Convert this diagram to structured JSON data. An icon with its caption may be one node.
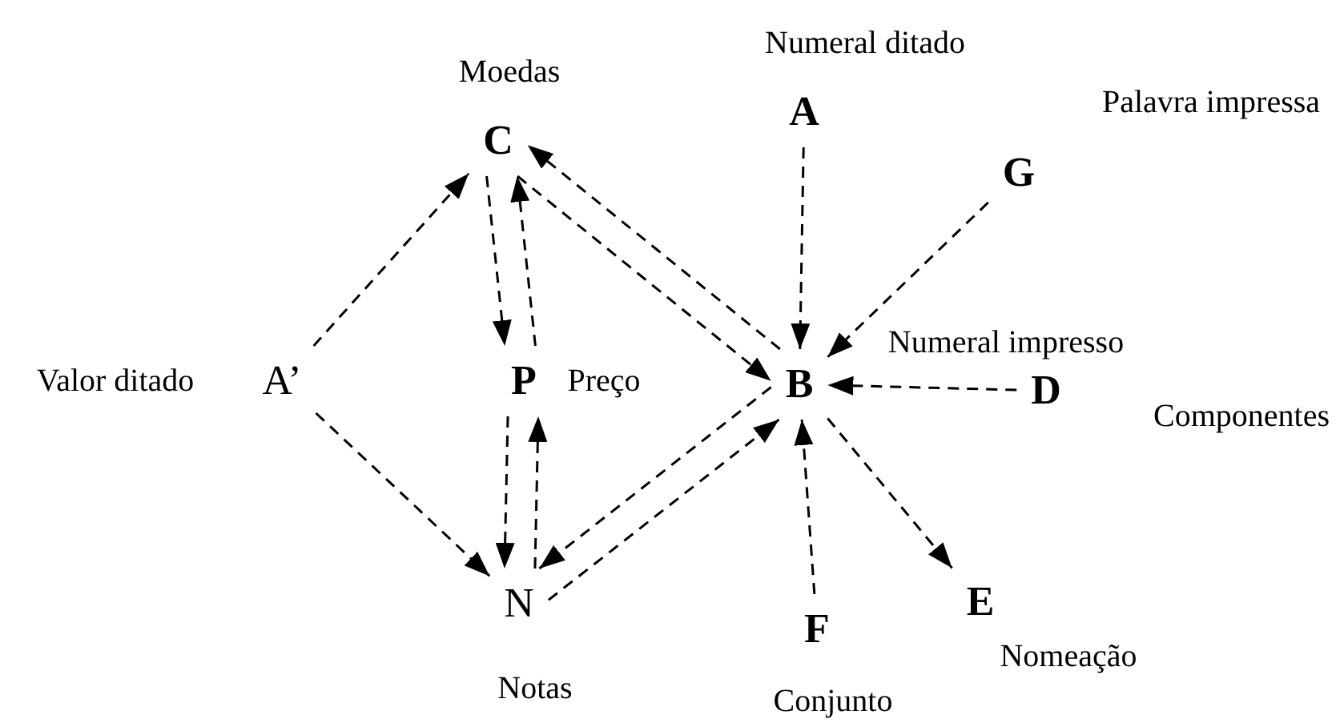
{
  "diagram": {
    "nodes": [
      {
        "text": [
          "C"
        ],
        "beside": [
          "Moedas"
        ]
      },
      {
        "text": [
          "A"
        ],
        "beside": [
          "Numeral ditado"
        ]
      },
      {
        "text": [
          "G"
        ],
        "beside": [
          "Palavra impressa"
        ]
      },
      {
        "text": [
          "A’"
        ],
        "beside": [
          "Valor ditado"
        ]
      },
      {
        "text": [
          "P"
        ],
        "beside": [
          "Preço"
        ]
      },
      {
        "text": [
          "B"
        ]
      },
      {
        "text": [
          "D"
        ],
        "beside": [
          "Componentes"
        ]
      },
      {
        "text": [
          "N"
        ],
        "beside": [
          "Notas"
        ]
      },
      {
        "text": [
          "F"
        ],
        "beside": [
          "Conjunto"
        ]
      },
      {
        "text": [
          "E"
        ],
        "beside": [
          "Nomeação"
        ]
      }
    ],
    "edges": [
      {
        "from": 3,
        "to": 0,
        "arrow": "to",
        "style": "dashed"
      },
      {
        "from": 3,
        "to": 7,
        "arrow": "to",
        "style": "dashed"
      },
      {
        "from": 0,
        "to": 4,
        "arrow": "to",
        "style": "dashed"
      },
      {
        "from": 4,
        "to": 0,
        "arrow": "to",
        "style": "dashed"
      },
      {
        "from": 4,
        "to": 7,
        "arrow": "to",
        "style": "dashed"
      },
      {
        "from": 7,
        "to": 4,
        "arrow": "to",
        "style": "dashed"
      },
      {
        "from": 0,
        "to": 5,
        "arrow": "to",
        "style": "dashed"
      },
      {
        "from": 5,
        "to": 0,
        "arrow": "to",
        "style": "dashed"
      },
      {
        "from": 7,
        "to": 5,
        "arrow": "to",
        "style": "dashed"
      },
      {
        "from": 5,
        "to": 7,
        "arrow": "to",
        "style": "dashed"
      },
      {
        "from": 1,
        "to": 5,
        "arrow": "to",
        "style": "dashed"
      },
      {
        "from": 2,
        "to": 5,
        "arrow": "to",
        "style": "dashed"
      },
      {
        "from": 6,
        "to": 5,
        "arrow": "to",
        "style": "dashed"
      },
      {
        "from": 8,
        "to": 5,
        "arrow": "to",
        "style": "dashed"
      },
      {
        "from": 5,
        "to": 9,
        "arrow": "to",
        "style": "dashed"
      }
    ],
    "labels": [
      "Numeral impresso"
    ]
  }
}
